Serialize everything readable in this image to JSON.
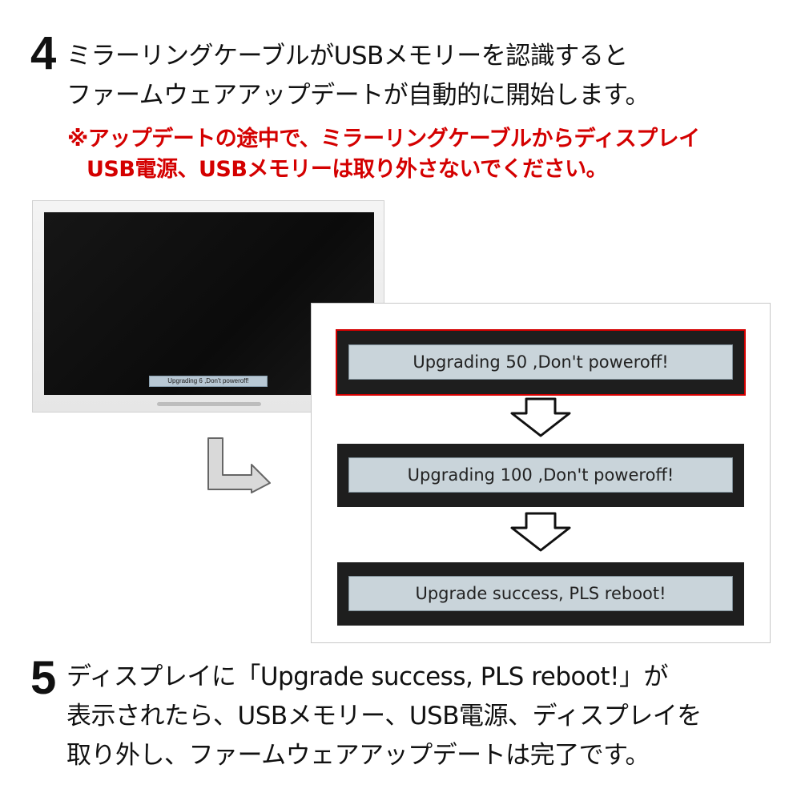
{
  "step4": {
    "number": "4",
    "line1": "ミラーリングケーブルがUSBメモリーを認識すると",
    "line2": "ファームウェアアップデートが自動的に開始します。",
    "warning_line1": "※アップデートの途中で、ミラーリングケーブルからディスプレイ",
    "warning_line2": "USB電源、USBメモリーは取り外さないでください。"
  },
  "monitor_osd": "Upgrading 6 ,Don't poweroff!",
  "status_messages": [
    "Upgrading 50 ,Don't poweroff!",
    "Upgrading 100 ,Don't poweroff!",
    "Upgrade success, PLS reboot!"
  ],
  "step5": {
    "number": "5",
    "line1": "ディスプレイに「Upgrade success, PLS reboot!」が",
    "line2": "表示されたら、USBメモリー、USB電源、ディスプレイを",
    "line3": "取り外し、ファームウェアアップデートは完了です。"
  },
  "colors": {
    "warning": "#d40000",
    "highlight_border": "#d40000",
    "osd_background": "#c9d4da"
  }
}
